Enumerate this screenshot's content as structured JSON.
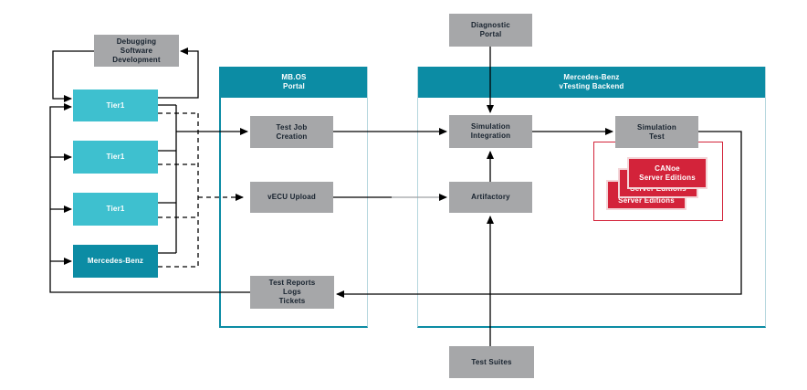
{
  "palette": {
    "teal": "#0c8ca4",
    "lteal": "#3ec0cf",
    "gray": "#a6a7a9",
    "red": "#d3233a",
    "paleborder": "#b5d6de",
    "ink": "#17222e"
  },
  "containers": {
    "mbos": {
      "title": "MB.OS\nPortal"
    },
    "vtb": {
      "title": "Mercedes-Benz\nvTesting Backend"
    }
  },
  "nodes": {
    "debugging": {
      "label": "Debugging\nSoftware\nDevelopment"
    },
    "tier1_a": {
      "label": "Tier1"
    },
    "tier1_b": {
      "label": "Tier1"
    },
    "tier1_c": {
      "label": "Tier1"
    },
    "mercedes_benz": {
      "label": "Mercedes-Benz"
    },
    "test_job_creation": {
      "label": "Test Job\nCreation"
    },
    "vecu_upload": {
      "label": "vECU Upload"
    },
    "test_reports": {
      "label": "Test Reports\nLogs\nTickets"
    },
    "diagnostic_portal": {
      "label": "Diagnostic\nPortal"
    },
    "simulation_integration": {
      "label": "Simulation\nIntegration"
    },
    "artifactory": {
      "label": "Artifactory"
    },
    "test_suites": {
      "label": "Test Suites"
    },
    "simulation_test": {
      "label": "Simulation\nTest"
    },
    "canoe_front": {
      "label": "CANoe\nServer Editions"
    },
    "canoe_mid": {
      "label": "Server Editions"
    },
    "canoe_back": {
      "label": "Server Editions"
    }
  },
  "edges": [
    {
      "from": "tier1_a",
      "to": "debugging",
      "style": "solid"
    },
    {
      "from": "debugging",
      "to": "tier1_a",
      "style": "solid"
    },
    {
      "from": "tier1_a",
      "to": "test_job_creation",
      "style": "solid"
    },
    {
      "from": "tier1_b",
      "to": "test_job_creation",
      "style": "solid"
    },
    {
      "from": "tier1_c",
      "to": "test_job_creation",
      "style": "solid"
    },
    {
      "from": "mercedes_benz",
      "to": "test_job_creation",
      "style": "solid"
    },
    {
      "from": "tier1_a",
      "to": "vecu_upload",
      "style": "dashed"
    },
    {
      "from": "tier1_b",
      "to": "vecu_upload",
      "style": "dashed"
    },
    {
      "from": "tier1_c",
      "to": "vecu_upload",
      "style": "dashed"
    },
    {
      "from": "mercedes_benz",
      "to": "vecu_upload",
      "style": "dashed"
    },
    {
      "from": "test_job_creation",
      "to": "simulation_integration",
      "style": "solid"
    },
    {
      "from": "vecu_upload",
      "to": "artifactory",
      "style": "solid"
    },
    {
      "from": "diagnostic_portal",
      "to": "simulation_integration",
      "style": "solid"
    },
    {
      "from": "artifactory",
      "to": "simulation_integration",
      "style": "solid"
    },
    {
      "from": "test_suites",
      "to": "artifactory",
      "style": "solid"
    },
    {
      "from": "simulation_integration",
      "to": "simulation_test",
      "style": "solid"
    },
    {
      "from": "simulation_test",
      "to": "test_reports",
      "style": "solid"
    },
    {
      "from": "test_reports",
      "to": "tier1_a",
      "style": "solid"
    },
    {
      "from": "test_reports",
      "to": "tier1_b",
      "style": "solid"
    },
    {
      "from": "test_reports",
      "to": "tier1_c",
      "style": "solid"
    },
    {
      "from": "test_reports",
      "to": "mercedes_benz",
      "style": "solid"
    }
  ]
}
